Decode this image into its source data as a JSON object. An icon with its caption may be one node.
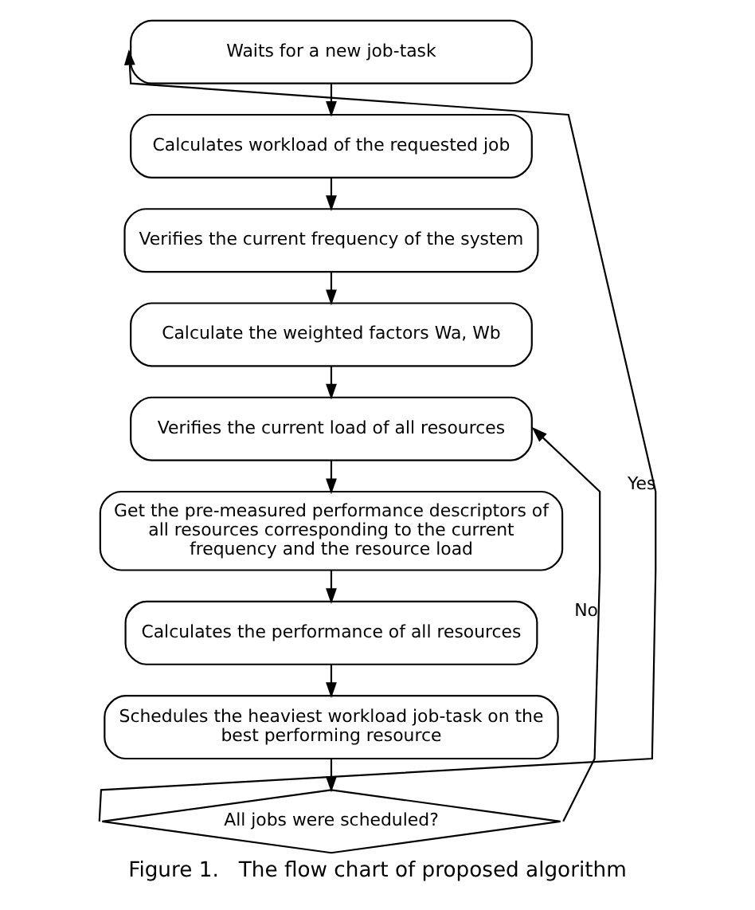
{
  "diagram": {
    "caption": "Figure 1.   The flow chart of proposed algorithm",
    "nodes": [
      {
        "text": [
          "Waits for a new job-task"
        ]
      },
      {
        "text": [
          "Calculates workload of the requested job"
        ]
      },
      {
        "text": [
          "Verifies the current frequency of the system"
        ]
      },
      {
        "text": [
          "Calculate the weighted factors Wa, Wb"
        ]
      },
      {
        "text": [
          "Verifies the current load of all resources"
        ]
      },
      {
        "text": [
          "Get the pre-measured performance descriptors of all resources corresponding to the current frequency and the resource load"
        ]
      },
      {
        "text": [
          "Calculates the performance of all resources"
        ]
      },
      {
        "text": [
          "Schedules the heaviest workload job-task on the best performing resource"
        ]
      },
      {
        "text": [
          "All jobs were scheduled?"
        ]
      }
    ],
    "edges": [
      {
        "from": 0,
        "to": 1,
        "arrow": "to"
      },
      {
        "from": 1,
        "to": 2,
        "arrow": "to"
      },
      {
        "from": 2,
        "to": 3,
        "arrow": "to"
      },
      {
        "from": 3,
        "to": 4,
        "arrow": "to"
      },
      {
        "from": 4,
        "to": 5,
        "arrow": "to"
      },
      {
        "from": 5,
        "to": 6,
        "arrow": "to"
      },
      {
        "from": 6,
        "to": 7,
        "arrow": "to"
      },
      {
        "from": 7,
        "to": 8,
        "arrow": "to"
      },
      {
        "from": 8,
        "to": 0,
        "arrow": "to",
        "label": "Yes"
      },
      {
        "from": 8,
        "to": 4,
        "arrow": "to",
        "label": "No"
      }
    ]
  }
}
